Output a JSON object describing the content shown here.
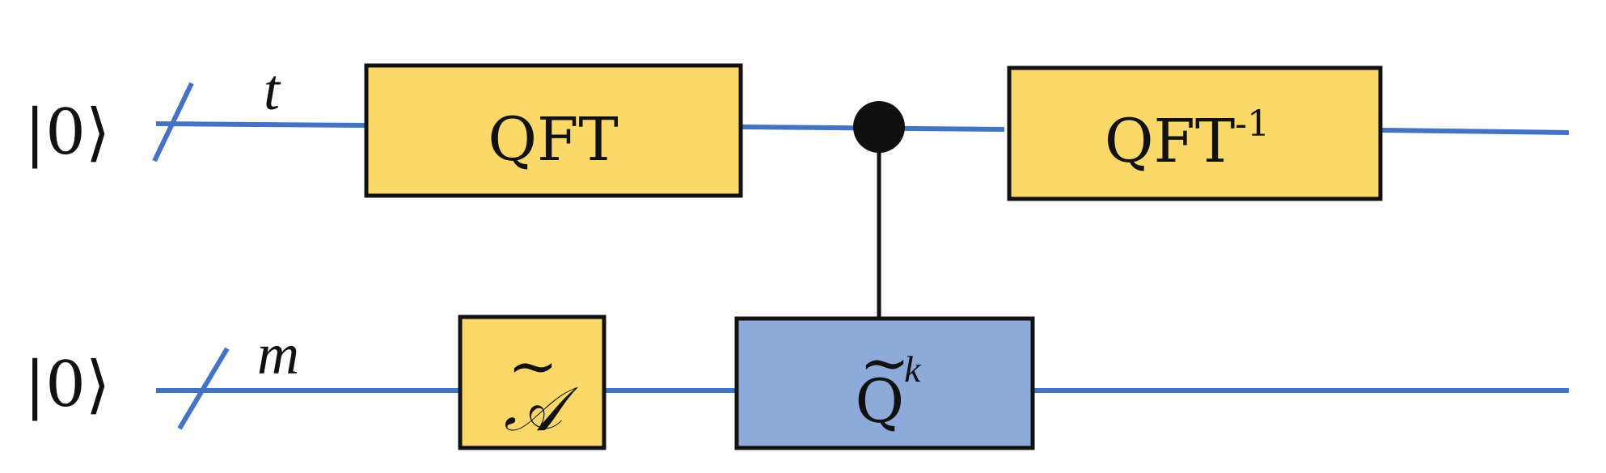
{
  "colors": {
    "wire": "#4472c4",
    "gate_fill_yellow": "#fcd86a",
    "gate_fill_blue": "#8eaadb",
    "outline": "#111111",
    "background": "#ffffff"
  },
  "registers": [
    {
      "state": "|0⟩",
      "size_label": "t"
    },
    {
      "state": "|0⟩",
      "size_label": "m"
    }
  ],
  "gates": {
    "qft": {
      "label": "QFT"
    },
    "qft_inverse": {
      "label": "QFT",
      "superscript": "-1"
    },
    "a_tilde": {
      "label": "𝒜",
      "tilde": "~"
    },
    "q_tilde": {
      "label": "Q",
      "tilde": "~",
      "superscript": "k"
    }
  },
  "control": {
    "target": "q_tilde",
    "control_register": "t"
  }
}
